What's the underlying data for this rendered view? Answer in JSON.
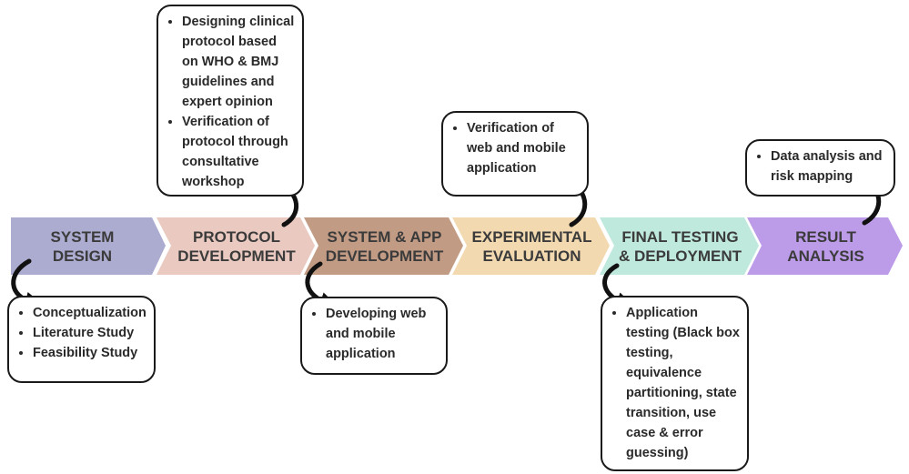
{
  "stages": [
    {
      "id": "system-design",
      "label": "SYSTEM\nDESIGN",
      "color": "#acabd0"
    },
    {
      "id": "protocol-development",
      "label": "PROTOCOL\nDEVELOPMENT",
      "color": "#e9c9c0"
    },
    {
      "id": "system-app-development",
      "label": "SYSTEM & APP\nDEVELOPMENT",
      "color": "#c29b84"
    },
    {
      "id": "experimental-evaluation",
      "label": "EXPERIMENTAL\nEVALUATION",
      "color": "#f2d9b0"
    },
    {
      "id": "final-testing-deployment",
      "label": "FINAL TESTING\n& DEPLOYMENT",
      "color": "#bfe9dd"
    },
    {
      "id": "result-analysis",
      "label": "RESULT\nANALYSIS",
      "color": "#bc9be8"
    }
  ],
  "boxes": [
    {
      "stage": "system-design",
      "items": [
        "Conceptualization",
        "Literature Study",
        "Feasibility Study"
      ]
    },
    {
      "stage": "protocol-development",
      "items": [
        "Designing clinical protocol based on WHO & BMJ guidelines and expert opinion",
        "Verification of protocol through consultative workshop"
      ]
    },
    {
      "stage": "system-app-development",
      "items": [
        "Developing web and mobile application"
      ]
    },
    {
      "stage": "experimental-evaluation",
      "items": [
        "Verification of web and mobile application"
      ]
    },
    {
      "stage": "final-testing-deployment",
      "items": [
        "Application testing (Black box testing, equivalence partitioning, state transition, use case & error guessing)"
      ]
    },
    {
      "stage": "result-analysis",
      "items": [
        "Data analysis and risk mapping"
      ]
    }
  ]
}
